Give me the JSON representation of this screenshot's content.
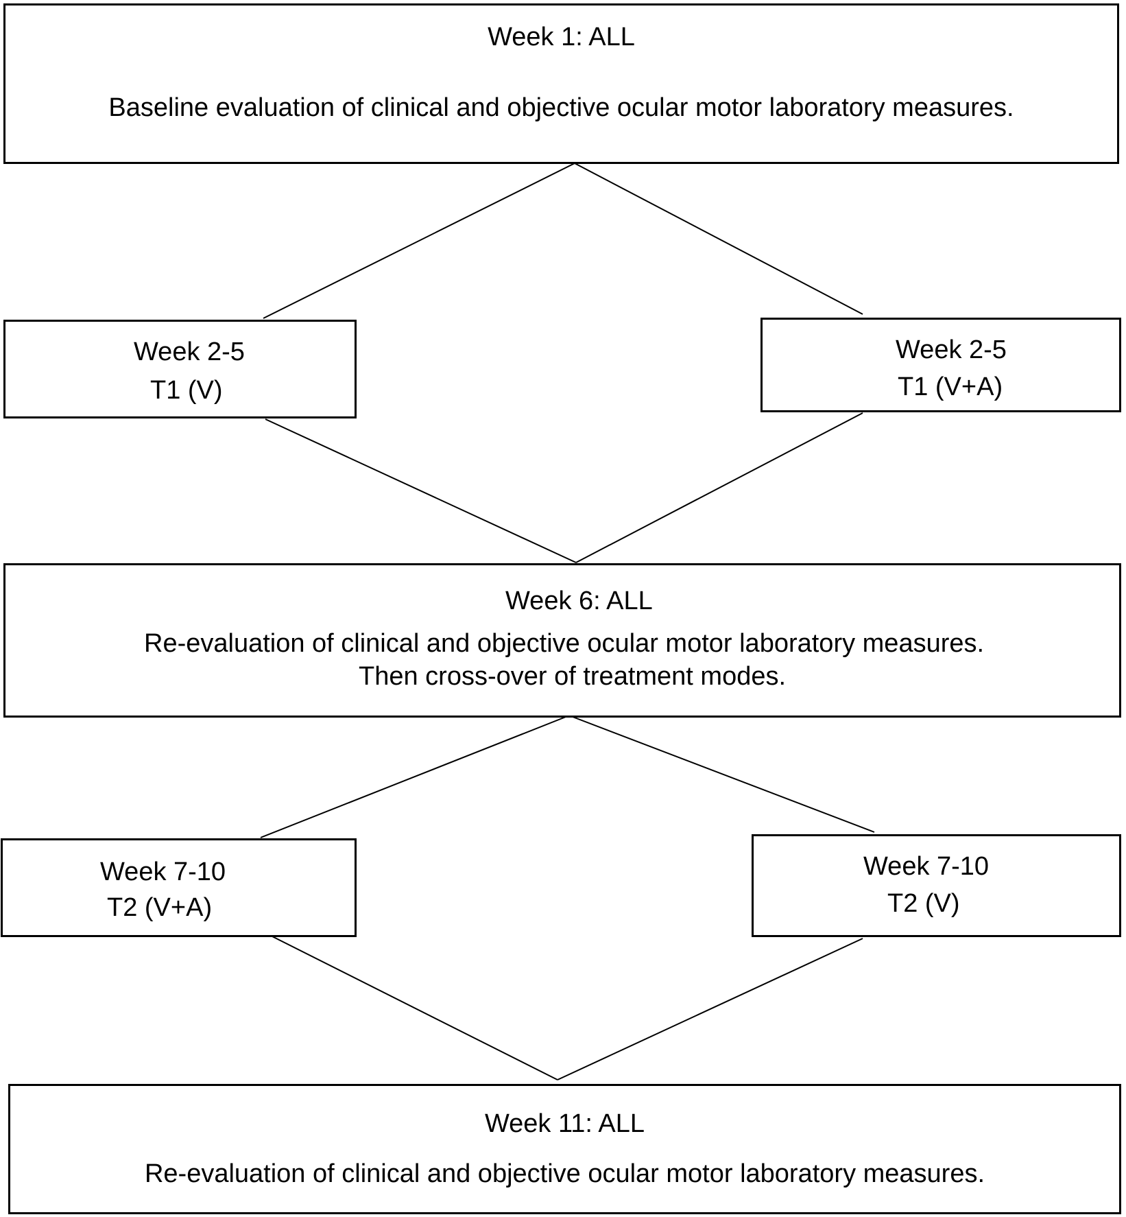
{
  "diagram": {
    "week1": {
      "title": "Week 1: ALL",
      "description": "Baseline evaluation of clinical and objective ocular motor laboratory measures."
    },
    "t1_left": {
      "period": "Week 2-5",
      "treatment": "T1 (V)"
    },
    "t1_right": {
      "period": "Week 2-5",
      "treatment": "T1 (V+A)"
    },
    "week6": {
      "title": "Week 6: ALL",
      "description": "Re-evaluation of clinical and objective ocular motor laboratory measures.",
      "note": "Then cross-over of treatment modes."
    },
    "t2_left": {
      "period": "Week 7-10",
      "treatment": "T2 (V+A)"
    },
    "t2_right": {
      "period": "Week 7-10",
      "treatment": "T2 (V)"
    },
    "week11": {
      "title": "Week 11: ALL",
      "description": "Re-evaluation of clinical and objective ocular motor laboratory measures."
    },
    "line_color": "#000000"
  }
}
